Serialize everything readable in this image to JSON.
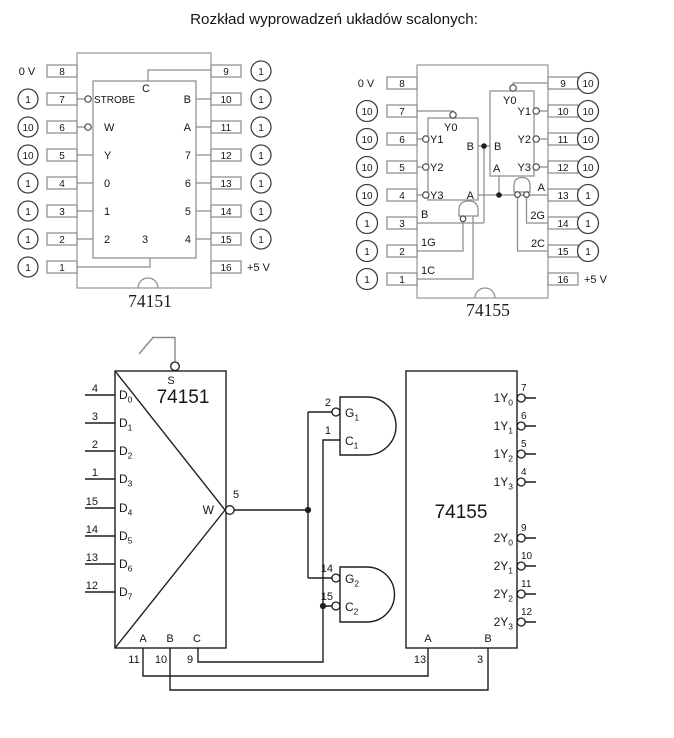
{
  "title": "Rozkład wyprowadzeń układów scalonych:",
  "pinouts": {
    "left": {
      "caption": "74151",
      "top_inner_label": "C",
      "bottom_inner_label": "3",
      "left_pins": [
        {
          "pin": "8",
          "ext": "0 V",
          "signal": ""
        },
        {
          "pin": "7",
          "ext": "1",
          "signal": "STROBE"
        },
        {
          "pin": "6",
          "ext": "10",
          "signal": "W"
        },
        {
          "pin": "5",
          "ext": "10",
          "signal": "Y"
        },
        {
          "pin": "4",
          "ext": "1",
          "signal": "0"
        },
        {
          "pin": "3",
          "ext": "1",
          "signal": "1"
        },
        {
          "pin": "2",
          "ext": "1",
          "signal": "2"
        },
        {
          "pin": "1",
          "ext": "1",
          "signal": ""
        }
      ],
      "right_pins": [
        {
          "pin": "9",
          "ext": "1",
          "signal": ""
        },
        {
          "pin": "10",
          "ext": "1",
          "signal": "B"
        },
        {
          "pin": "11",
          "ext": "1",
          "signal": "A"
        },
        {
          "pin": "12",
          "ext": "1",
          "signal": "7"
        },
        {
          "pin": "13",
          "ext": "1",
          "signal": "6"
        },
        {
          "pin": "14",
          "ext": "1",
          "signal": "5"
        },
        {
          "pin": "15",
          "ext": "1",
          "signal": "4"
        },
        {
          "pin": "16",
          "ext": "+5 V",
          "signal": ""
        }
      ]
    },
    "right": {
      "caption": "74155",
      "blocks": [
        {
          "top": "Y0",
          "y1": "Y1",
          "y2": "Y2",
          "y3": "Y3",
          "b": "B",
          "a": "A"
        },
        {
          "top": "Y0",
          "y1": "Y1",
          "y2": "Y2",
          "y3": "Y3",
          "b": "B",
          "a": "A"
        }
      ],
      "left_pins": [
        {
          "pin": "8",
          "ext": "0 V",
          "signal": ""
        },
        {
          "pin": "7",
          "ext": "10",
          "signal": ""
        },
        {
          "pin": "6",
          "ext": "10",
          "signal": ""
        },
        {
          "pin": "5",
          "ext": "10",
          "signal": ""
        },
        {
          "pin": "4",
          "ext": "10",
          "signal": ""
        },
        {
          "pin": "3",
          "ext": "1",
          "signal": "B"
        },
        {
          "pin": "2",
          "ext": "1",
          "signal": "1G"
        },
        {
          "pin": "1",
          "ext": "1",
          "signal": "1C"
        }
      ],
      "right_pins": [
        {
          "pin": "9",
          "ext": "10",
          "signal": ""
        },
        {
          "pin": "10",
          "ext": "10",
          "signal": ""
        },
        {
          "pin": "11",
          "ext": "10",
          "signal": ""
        },
        {
          "pin": "12",
          "ext": "10",
          "signal": ""
        },
        {
          "pin": "13",
          "ext": "1",
          "signal": "A"
        },
        {
          "pin": "14",
          "ext": "1",
          "signal": "2G"
        },
        {
          "pin": "15",
          "ext": "1",
          "signal": "2C"
        },
        {
          "pin": "16",
          "ext": "+5 V",
          "signal": ""
        }
      ]
    }
  },
  "circuit": {
    "mux": {
      "name": "74151",
      "select_label": "S",
      "output_label": "W",
      "output_pin": "5",
      "inputs": [
        {
          "pin": "4",
          "base": "D",
          "sub": "0"
        },
        {
          "pin": "3",
          "base": "D",
          "sub": "1"
        },
        {
          "pin": "2",
          "base": "D",
          "sub": "2"
        },
        {
          "pin": "1",
          "base": "D",
          "sub": "3"
        },
        {
          "pin": "15",
          "base": "D",
          "sub": "4"
        },
        {
          "pin": "14",
          "base": "D",
          "sub": "5"
        },
        {
          "pin": "13",
          "base": "D",
          "sub": "6"
        },
        {
          "pin": "12",
          "base": "D",
          "sub": "7"
        }
      ],
      "selects": [
        {
          "label": "A",
          "pin": "11"
        },
        {
          "label": "B",
          "pin": "10"
        },
        {
          "label": "C",
          "pin": "9"
        }
      ]
    },
    "gate1": {
      "a_base": "G",
      "a_sub": "1",
      "a_pin": "2",
      "b_base": "C",
      "b_sub": "1",
      "b_pin": "1"
    },
    "gate2": {
      "a_base": "G",
      "a_sub": "2",
      "a_pin": "14",
      "b_base": "C",
      "b_sub": "2",
      "b_pin": "15"
    },
    "demux": {
      "name": "74155",
      "outputs": [
        {
          "pin": "7",
          "base": "1Y",
          "sub": "0"
        },
        {
          "pin": "6",
          "base": "1Y",
          "sub": "1"
        },
        {
          "pin": "5",
          "base": "1Y",
          "sub": "2"
        },
        {
          "pin": "4",
          "base": "1Y",
          "sub": "3"
        },
        {
          "pin": "9",
          "base": "2Y",
          "sub": "0"
        },
        {
          "pin": "10",
          "base": "2Y",
          "sub": "1"
        },
        {
          "pin": "11",
          "base": "2Y",
          "sub": "2"
        },
        {
          "pin": "12",
          "base": "2Y",
          "sub": "3"
        }
      ],
      "selects": [
        {
          "label": "A",
          "pin": "13"
        },
        {
          "label": "B",
          "pin": "3"
        }
      ]
    }
  }
}
